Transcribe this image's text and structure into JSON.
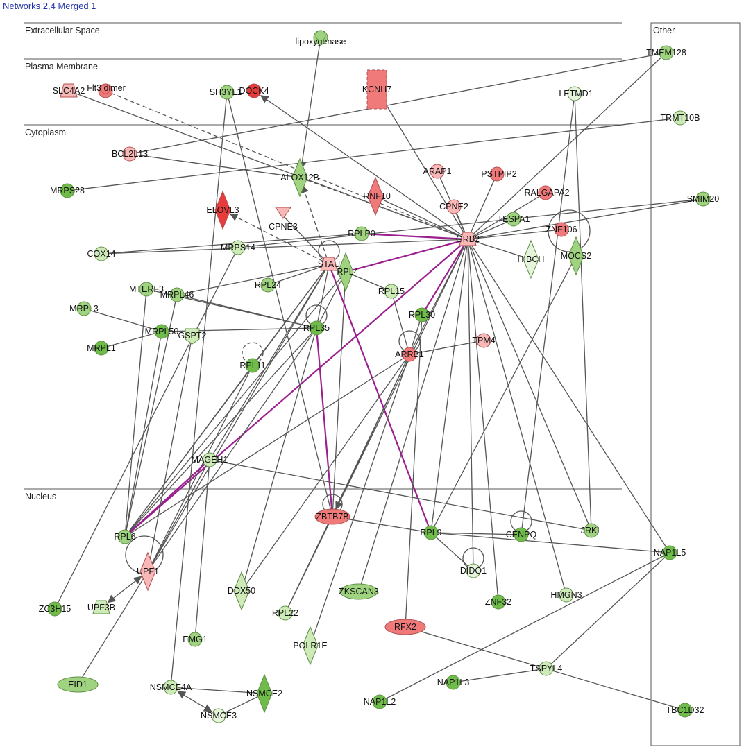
{
  "title": "Networks 2,4 Merged 1",
  "colors": {
    "edge": "#555555",
    "highlight_edge": "#9b1f8f",
    "red_strong": "#e83c3c",
    "red": "#f07a7a",
    "red_light": "#f8b8b8",
    "green_strong": "#6fbc4a",
    "green": "#9fd37f",
    "green_light": "#cdeab8",
    "green_pale": "#e6f4dc"
  },
  "regions": {
    "extracellular": "Extracellular Space",
    "plasma_membrane": "Plasma Membrane",
    "cytoplasm": "Cytoplasm",
    "nucleus": "Nucleus",
    "other": "Other"
  },
  "nodes": [
    {
      "id": "lipoxygenase",
      "label": "lipoxygenase",
      "shape": "circle-double",
      "color": "green"
    },
    {
      "id": "TMEM128",
      "label": "TMEM128",
      "shape": "circle",
      "color": "green"
    },
    {
      "id": "SLC4A2",
      "label": "SLC4A2",
      "shape": "trapezoid",
      "color": "red_light"
    },
    {
      "id": "Flt3dimer",
      "label": "Flt3 dimer",
      "shape": "circle-double",
      "color": "red"
    },
    {
      "id": "SH3YL1",
      "label": "SH3YL1",
      "shape": "circle",
      "color": "green"
    },
    {
      "id": "DOCK4",
      "label": "DOCK4",
      "shape": "circle",
      "color": "red_strong"
    },
    {
      "id": "KCNH7",
      "label": "KCNH7",
      "shape": "rect-dashed",
      "color": "red"
    },
    {
      "id": "LETMD1",
      "label": "LETMD1",
      "shape": "circle",
      "color": "green_pale"
    },
    {
      "id": "TRMT10B",
      "label": "TRMT10B",
      "shape": "circle",
      "color": "green_light"
    },
    {
      "id": "BCL2L13",
      "label": "BCL2L13",
      "shape": "circle",
      "color": "red_light"
    },
    {
      "id": "ALOX12B",
      "label": "ALOX12B",
      "shape": "diamond",
      "color": "green"
    },
    {
      "id": "ARAP1",
      "label": "ARAP1",
      "shape": "circle",
      "color": "red_light"
    },
    {
      "id": "PSTPIP2",
      "label": "PSTPIP2",
      "shape": "circle",
      "color": "red"
    },
    {
      "id": "RALGAPA2",
      "label": "RALGAPA2",
      "shape": "circle",
      "color": "red"
    },
    {
      "id": "MRPS28",
      "label": "MRPS28",
      "shape": "circle",
      "color": "green_strong"
    },
    {
      "id": "RNF10",
      "label": "RNF10",
      "shape": "diamond",
      "color": "red"
    },
    {
      "id": "SMIM20",
      "label": "SMIM20",
      "shape": "circle",
      "color": "green"
    },
    {
      "id": "ELOVL3",
      "label": "ELOVL3",
      "shape": "diamond",
      "color": "red_strong"
    },
    {
      "id": "CPNE3",
      "label": "CPNE3",
      "shape": "triangle-down",
      "color": "red_light"
    },
    {
      "id": "CPNE2",
      "label": "CPNE2",
      "shape": "circle",
      "color": "red_light"
    },
    {
      "id": "TESPA1",
      "label": "TESPA1",
      "shape": "circle",
      "color": "green"
    },
    {
      "id": "ZNF106",
      "label": "ZNF106",
      "shape": "circle",
      "color": "red"
    },
    {
      "id": "RPLP0",
      "label": "RPLP0",
      "shape": "circle",
      "color": "green"
    },
    {
      "id": "GRB2",
      "label": "GRB2",
      "shape": "trapezoid",
      "color": "red_light"
    },
    {
      "id": "MOCS2",
      "label": "MOCS2",
      "shape": "diamond",
      "color": "green"
    },
    {
      "id": "COX14",
      "label": "COX14",
      "shape": "circle",
      "color": "green_light"
    },
    {
      "id": "MRPS14",
      "label": "MRPS14",
      "shape": "circle",
      "color": "green_light"
    },
    {
      "id": "STAU",
      "label": "STAU",
      "shape": "trapezoid",
      "color": "red_light"
    },
    {
      "id": "RPL4",
      "label": "RPL4",
      "shape": "diamond",
      "color": "green"
    },
    {
      "id": "HIBCH",
      "label": "HIBCH",
      "shape": "diamond",
      "color": "green_pale"
    },
    {
      "id": "MTERF3",
      "label": "MTERF3",
      "shape": "circle",
      "color": "green"
    },
    {
      "id": "MRPL46",
      "label": "MRPL46",
      "shape": "circle",
      "color": "green"
    },
    {
      "id": "RPL24",
      "label": "RPL24",
      "shape": "circle",
      "color": "green"
    },
    {
      "id": "RPL15",
      "label": "RPL15",
      "shape": "circle",
      "color": "green_light"
    },
    {
      "id": "MRPL3",
      "label": "MRPL3",
      "shape": "circle",
      "color": "green"
    },
    {
      "id": "RPL30",
      "label": "RPL30",
      "shape": "circle",
      "color": "green_strong"
    },
    {
      "id": "MRPL50",
      "label": "MRPL50",
      "shape": "circle",
      "color": "green_strong"
    },
    {
      "id": "GSPT2",
      "label": "GSPT2",
      "shape": "pentagon",
      "color": "green_light"
    },
    {
      "id": "RPL35",
      "label": "RPL35",
      "shape": "circle",
      "color": "green_strong"
    },
    {
      "id": "TPM4",
      "label": "TPM4",
      "shape": "circle",
      "color": "red_light"
    },
    {
      "id": "MRPL1",
      "label": "MRPL1",
      "shape": "circle",
      "color": "green_strong"
    },
    {
      "id": "ARRB1",
      "label": "ARRB1",
      "shape": "circle",
      "color": "red"
    },
    {
      "id": "RPL11",
      "label": "RPL11",
      "shape": "circle",
      "color": "green_strong"
    },
    {
      "id": "MAGEH1",
      "label": "MAGEH1",
      "shape": "circle",
      "color": "green_light"
    },
    {
      "id": "ZBTB7B",
      "label": "ZBTB7B",
      "shape": "ellipse",
      "color": "red"
    },
    {
      "id": "RPL9",
      "label": "RPL9",
      "shape": "circle",
      "color": "green_strong"
    },
    {
      "id": "CENPQ",
      "label": "CENPQ",
      "shape": "circle",
      "color": "green_strong"
    },
    {
      "id": "JRKL",
      "label": "JRKL",
      "shape": "circle",
      "color": "green"
    },
    {
      "id": "NAP1L5",
      "label": "NAP1L5",
      "shape": "circle",
      "color": "green_strong"
    },
    {
      "id": "RPL6",
      "label": "RPL6",
      "shape": "circle",
      "color": "green"
    },
    {
      "id": "UPF1",
      "label": "UPF1",
      "shape": "diamond",
      "color": "red_light"
    },
    {
      "id": "DIDO1",
      "label": "DIDO1",
      "shape": "circle",
      "color": "green_pale"
    },
    {
      "id": "HMGN3",
      "label": "HMGN3",
      "shape": "circle",
      "color": "green_light"
    },
    {
      "id": "DDX50",
      "label": "DDX50",
      "shape": "diamond",
      "color": "green_light"
    },
    {
      "id": "ZKSCAN3",
      "label": "ZKSCAN3",
      "shape": "ellipse",
      "color": "green"
    },
    {
      "id": "ZC3H15",
      "label": "ZC3H15",
      "shape": "circle",
      "color": "green_strong"
    },
    {
      "id": "UPF3B",
      "label": "UPF3B",
      "shape": "trapezoid",
      "color": "green_light"
    },
    {
      "id": "ZNF32",
      "label": "ZNF32",
      "shape": "circle",
      "color": "green_strong"
    },
    {
      "id": "RPL22",
      "label": "RPL22",
      "shape": "circle",
      "color": "green_light"
    },
    {
      "id": "RFX2",
      "label": "RFX2",
      "shape": "ellipse",
      "color": "red"
    },
    {
      "id": "EMG1",
      "label": "EMG1",
      "shape": "circle",
      "color": "green"
    },
    {
      "id": "POLR1E",
      "label": "POLR1E",
      "shape": "diamond",
      "color": "green_light"
    },
    {
      "id": "TSPYL4",
      "label": "TSPYL4",
      "shape": "circle",
      "color": "green_light"
    },
    {
      "id": "EID1",
      "label": "EID1",
      "shape": "ellipse",
      "color": "green"
    },
    {
      "id": "NAP1L3",
      "label": "NAP1L3",
      "shape": "circle",
      "color": "green_strong"
    },
    {
      "id": "NSMCE4A",
      "label": "NSMCE4A",
      "shape": "circle",
      "color": "green_light"
    },
    {
      "id": "NSMCE2",
      "label": "NSMCE2",
      "shape": "diamond",
      "color": "green_strong"
    },
    {
      "id": "NAP1L2",
      "label": "NAP1L2",
      "shape": "circle",
      "color": "green_strong"
    },
    {
      "id": "TBC1D32",
      "label": "TBC1D32",
      "shape": "circle",
      "color": "green_strong"
    },
    {
      "id": "NSMCE3",
      "label": "NSMCE3",
      "shape": "circle",
      "color": "green_pale"
    }
  ],
  "edges": [
    [
      "GRB2",
      "DOCK4",
      "solid",
      "arrow"
    ],
    [
      "GRB2",
      "KCNH7",
      "solid",
      "none"
    ],
    [
      "GRB2",
      "SLC4A2",
      "solid",
      "none"
    ],
    [
      "GRB2",
      "Flt3dimer",
      "dashed",
      "none"
    ],
    [
      "GRB2",
      "ALOX12B",
      "dashed",
      "none"
    ],
    [
      "GRB2",
      "ARAP1",
      "solid",
      "none"
    ],
    [
      "GRB2",
      "CPNE2",
      "solid",
      "none"
    ],
    [
      "GRB2",
      "PSTPIP2",
      "solid",
      "none"
    ],
    [
      "GRB2",
      "RALGAPA2",
      "solid",
      "none"
    ],
    [
      "GRB2",
      "TESPA1",
      "solid",
      "none"
    ],
    [
      "GRB2",
      "ZNF106",
      "solid",
      "none"
    ],
    [
      "GRB2",
      "SMIM20",
      "solid",
      "none"
    ],
    [
      "GRB2",
      "TMEM128",
      "solid",
      "none"
    ],
    [
      "GRB2",
      "RNF10",
      "solid",
      "none"
    ],
    [
      "GRB2",
      "RPLP0",
      "purple",
      "none"
    ],
    [
      "GRB2",
      "RPL4",
      "purple",
      "none"
    ],
    [
      "GRB2",
      "RPL30",
      "purple",
      "none"
    ],
    [
      "GRB2",
      "RPL6",
      "purple",
      "none"
    ],
    [
      "GRB2",
      "COX14",
      "solid",
      "none"
    ],
    [
      "GRB2",
      "HIBCH",
      "solid",
      "none"
    ],
    [
      "GRB2",
      "ARRB1",
      "solid",
      "none"
    ],
    [
      "GRB2",
      "RPL9",
      "solid",
      "none"
    ],
    [
      "GRB2",
      "DIDO1",
      "solid",
      "none"
    ],
    [
      "GRB2",
      "HMGN3",
      "solid",
      "none"
    ],
    [
      "GRB2",
      "NAP1L5",
      "solid",
      "none"
    ],
    [
      "GRB2",
      "ZNF32",
      "solid",
      "none"
    ],
    [
      "GRB2",
      "ZKSCAN3",
      "solid",
      "none"
    ],
    [
      "GRB2",
      "JRKL",
      "solid",
      "none"
    ],
    [
      "GRB2",
      "ZBTB7B",
      "solid",
      "none"
    ],
    [
      "STAU",
      "ELOVL3",
      "dashed",
      "arrow"
    ],
    [
      "STAU",
      "ALOX12B",
      "dashed",
      "arrow"
    ],
    [
      "STAU",
      "CPNE3",
      "solid",
      "none"
    ],
    [
      "STAU",
      "RPL35",
      "solid",
      "none"
    ],
    [
      "STAU",
      "RPL24",
      "solid",
      "none"
    ],
    [
      "STAU",
      "MRPL46",
      "solid",
      "none"
    ],
    [
      "STAU",
      "RPL11",
      "solid",
      "none"
    ],
    [
      "STAU",
      "RPL6",
      "solid",
      "none"
    ],
    [
      "STAU",
      "UPF1",
      "solid",
      "none"
    ],
    [
      "STAU",
      "RPL9",
      "purple",
      "none"
    ],
    [
      "STAU",
      "MAGEH1",
      "solid",
      "none"
    ],
    [
      "lipoxygenase",
      "ALOX12B",
      "solid",
      "arrow"
    ],
    [
      "ALOX12B",
      "BCL2L13",
      "solid",
      "none"
    ],
    [
      "TRMT10B",
      "MRPS28",
      "solid",
      "none"
    ],
    [
      "TMEM128",
      "BCL2L13",
      "solid",
      "none"
    ],
    [
      "SMIM20",
      "MRPS14",
      "solid",
      "none"
    ],
    [
      "RPLP0",
      "COX14",
      "solid",
      "none"
    ],
    [
      "RPL4",
      "RPL15",
      "solid",
      "none"
    ],
    [
      "RPL4",
      "RPL6",
      "solid",
      "none"
    ],
    [
      "RPL4",
      "ZBTB7B",
      "solid",
      "none"
    ],
    [
      "RPL4",
      "RPL35",
      "solid",
      "none"
    ],
    [
      "MTERF3",
      "RPL35",
      "solid",
      "none"
    ],
    [
      "MRPL46",
      "RPL35",
      "solid",
      "none"
    ],
    [
      "MRPL3",
      "MRPL50",
      "solid",
      "none"
    ],
    [
      "MRPL50",
      "MRPL1",
      "solid",
      "none"
    ],
    [
      "MRPL50",
      "RPL6",
      "solid",
      "none"
    ],
    [
      "MRPL50",
      "RPL35",
      "solid",
      "none"
    ],
    [
      "MRPL46",
      "RPL6",
      "solid",
      "none"
    ],
    [
      "MTERF3",
      "RPL6",
      "solid",
      "none"
    ],
    [
      "RPL35",
      "ZBTB7B",
      "purple",
      "none"
    ],
    [
      "RPL35",
      "UPF1",
      "solid",
      "none"
    ],
    [
      "RPL35",
      "DDX50",
      "solid",
      "none"
    ],
    [
      "RPL35",
      "RPL6",
      "solid",
      "none"
    ],
    [
      "RPL11",
      "RPL6",
      "solid",
      "none"
    ],
    [
      "RPL11",
      "UPF1",
      "solid",
      "none"
    ],
    [
      "RPL30",
      "ARRB1",
      "solid",
      "none"
    ],
    [
      "RPL30",
      "RFX2",
      "solid",
      "none"
    ],
    [
      "RPL15",
      "ARRB1",
      "solid",
      "none"
    ],
    [
      "ARRB1",
      "TPM4",
      "solid",
      "none"
    ],
    [
      "ARRB1",
      "RPL6",
      "solid",
      "none"
    ],
    [
      "ARRB1",
      "ZBTB7B",
      "solid",
      "arrow"
    ],
    [
      "ARRB1",
      "DDX50",
      "solid",
      "none"
    ],
    [
      "ARRB1",
      "RPL22",
      "solid",
      "none"
    ],
    [
      "MAGEH1",
      "RPL6",
      "purple",
      "none"
    ],
    [
      "MAGEH1",
      "EMG1",
      "solid",
      "none"
    ],
    [
      "MAGEH1",
      "JRKL",
      "solid",
      "none"
    ],
    [
      "MAGEH1",
      "UPF1",
      "solid",
      "none"
    ],
    [
      "SH3YL1",
      "ZBTB7B",
      "solid",
      "none"
    ],
    [
      "MRPS14",
      "ZC3H15",
      "solid",
      "none"
    ],
    [
      "SH3YL1",
      "NSMCE4A",
      "solid",
      "none"
    ],
    [
      "GSPT2",
      "UPF1",
      "solid",
      "none"
    ],
    [
      "UPF1",
      "UPF3B",
      "solid",
      "biarrow"
    ],
    [
      "UPF1",
      "EID1",
      "solid",
      "none"
    ],
    [
      "ZBTB7B",
      "RPL9",
      "solid",
      "none"
    ],
    [
      "ZBTB7B",
      "RPL22",
      "solid",
      "none"
    ],
    [
      "RPL9",
      "CENPQ",
      "solid",
      "none"
    ],
    [
      "RPL9",
      "MOCS2",
      "solid",
      "none"
    ],
    [
      "CENPQ",
      "LETMD1",
      "solid",
      "none"
    ],
    [
      "JRKL",
      "LETMD1",
      "solid",
      "none"
    ],
    [
      "DIDO1",
      "RPL9",
      "solid",
      "none"
    ],
    [
      "NAP1L5",
      "RPL9",
      "solid",
      "none"
    ],
    [
      "NAP1L5",
      "NAP1L2",
      "solid",
      "none"
    ],
    [
      "NAP1L5",
      "TSPYL4",
      "solid",
      "none"
    ],
    [
      "RFX2",
      "TBC1D32",
      "solid",
      "none"
    ],
    [
      "TSPYL4",
      "NAP1L3",
      "solid",
      "none"
    ],
    [
      "NSMCE4A",
      "NSMCE2",
      "solid",
      "none"
    ],
    [
      "NSMCE2",
      "NSMCE3",
      "solid",
      "none"
    ],
    [
      "NSMCE4A",
      "NSMCE3",
      "solid",
      "biarrow"
    ],
    [
      "POLR1E",
      "ARRB1",
      "solid",
      "none"
    ]
  ]
}
